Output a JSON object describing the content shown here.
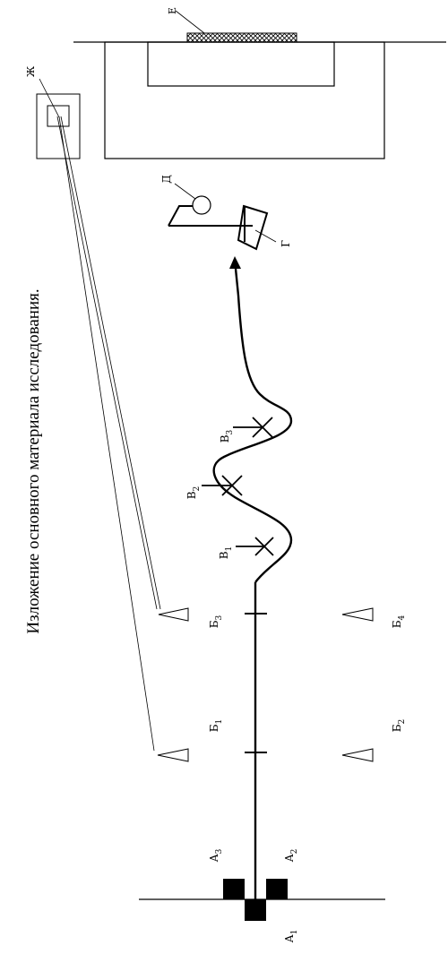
{
  "heading": "Изложение основного материала исследования.",
  "labels": {
    "a1": {
      "main": "А",
      "sub": "1"
    },
    "a2": {
      "main": "А",
      "sub": "2"
    },
    "a3": {
      "main": "А",
      "sub": "3"
    },
    "b1": {
      "main": "Б",
      "sub": "1"
    },
    "b2": {
      "main": "Б",
      "sub": "2"
    },
    "b3": {
      "main": "Б",
      "sub": "3"
    },
    "b4": {
      "main": "Б",
      "sub": "4"
    },
    "v1": {
      "main": "В",
      "sub": "1"
    },
    "v2": {
      "main": "В",
      "sub": "2"
    },
    "v3": {
      "main": "В",
      "sub": "3"
    },
    "g": "Г",
    "d": "Д",
    "e": "Е",
    "zh": "Ж"
  },
  "colors": {
    "ink": "#000000",
    "background": "#ffffff"
  }
}
